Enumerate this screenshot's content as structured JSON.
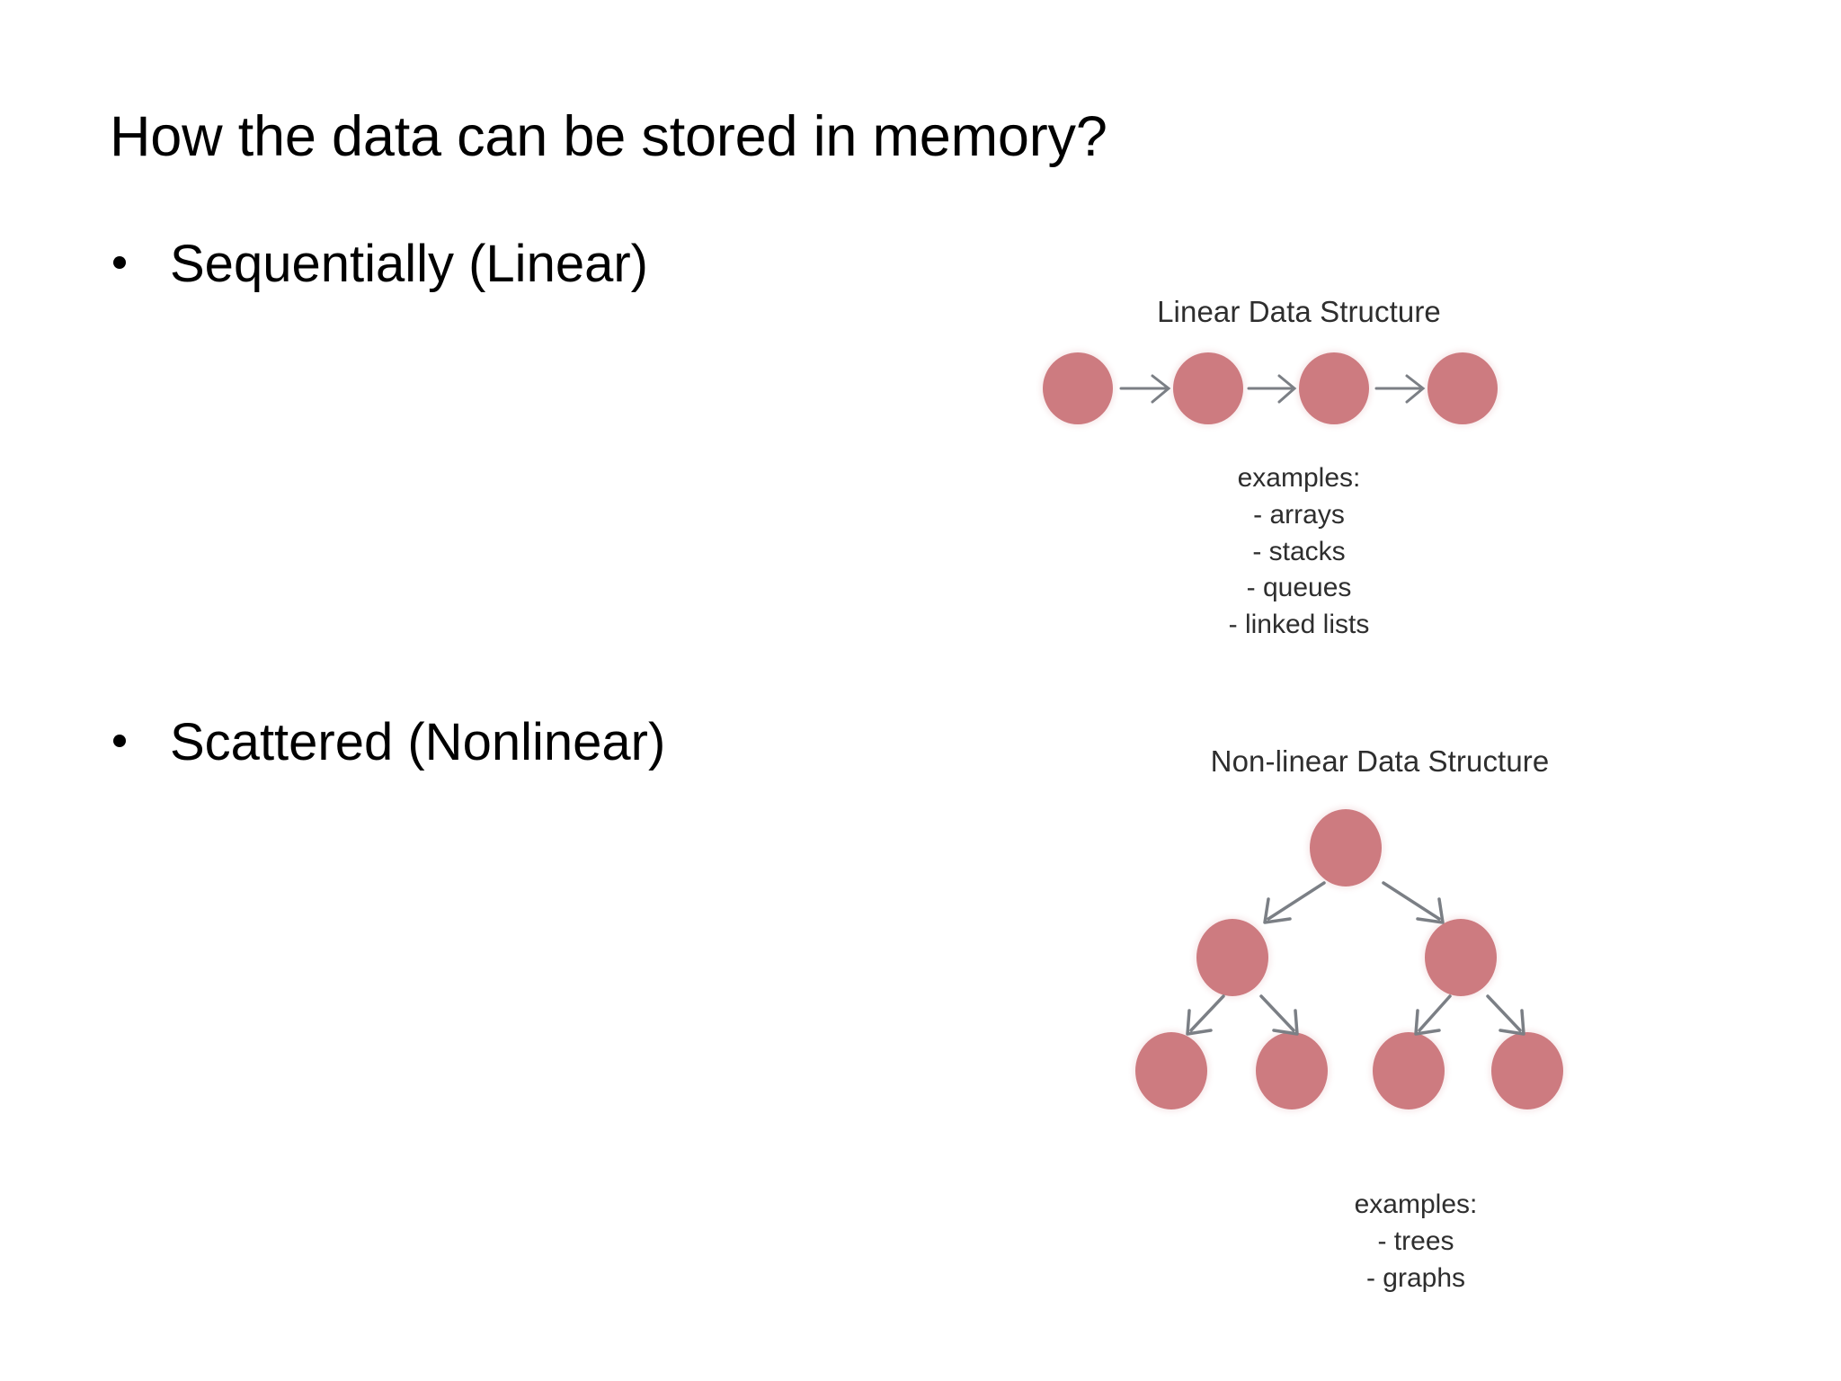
{
  "slide": {
    "title": "How the data can be stored in memory?",
    "bullets": [
      {
        "label": "Sequentially (Linear)"
      },
      {
        "label": "Scattered (Nonlinear)"
      }
    ]
  },
  "figure": {
    "linear": {
      "heading": "Linear Data Structure",
      "node_count": 4,
      "arrow_count": 3,
      "examples_heading": "examples:",
      "examples": [
        "- arrays",
        "- stacks",
        "- queues",
        "- linked lists"
      ]
    },
    "nonlinear": {
      "heading": "Non-linear Data Structure",
      "node_count": 7,
      "arrow_count": 6,
      "examples_heading": "examples:",
      "examples": [
        "- trees",
        "- graphs"
      ]
    },
    "colors": {
      "node_fill": "#cd7b80",
      "arrow_stroke": "#7b7f85",
      "caption_text": "#2e2e2e",
      "slide_text": "#000000",
      "background": "#ffffff"
    }
  }
}
